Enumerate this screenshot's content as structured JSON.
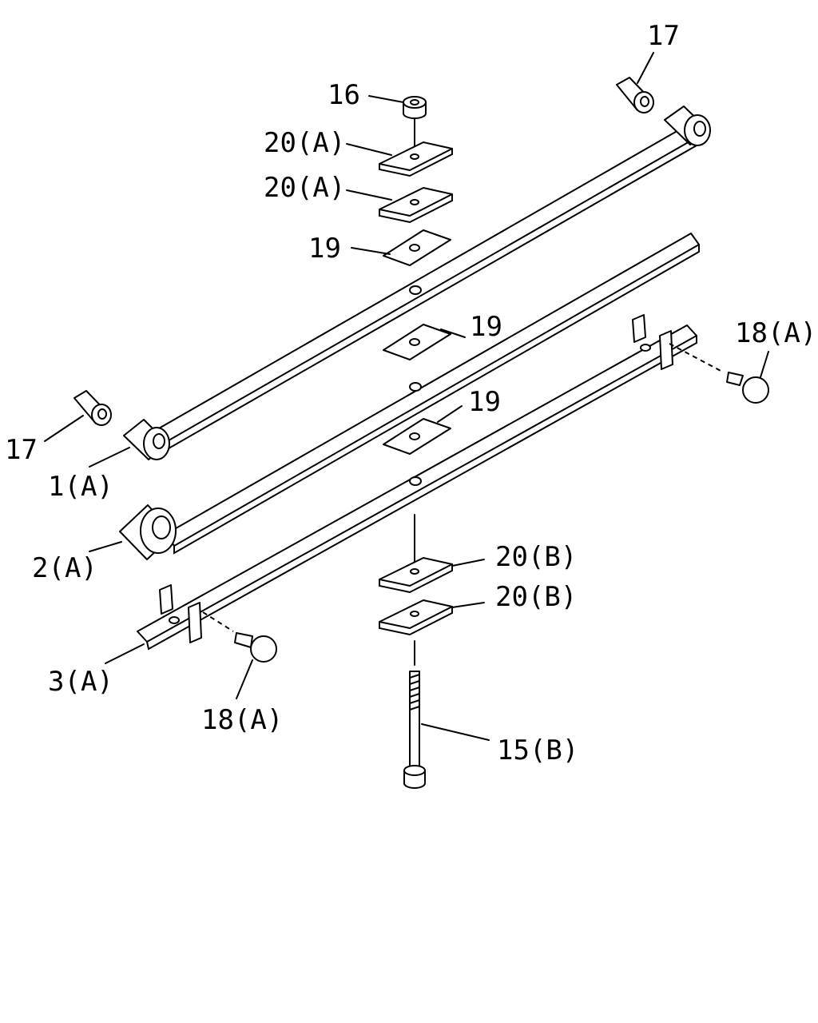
{
  "diagram": {
    "colors": {
      "line": "#000000",
      "background": "#ffffff"
    },
    "callouts": {
      "c17_top": "17",
      "c16": "16",
      "c20a_1": "20(A)",
      "c20a_2": "20(A)",
      "c19_1": "19",
      "c19_2": "19",
      "c19_3": "19",
      "c18a_right": "18(A)",
      "c17_left": "17",
      "c1a": "1(A)",
      "c2a": "2(A)",
      "c20b_1": "20(B)",
      "c20b_2": "20(B)",
      "c3a": "3(A)",
      "c18a_bottom": "18(A)",
      "c15b": "15(B)"
    }
  }
}
